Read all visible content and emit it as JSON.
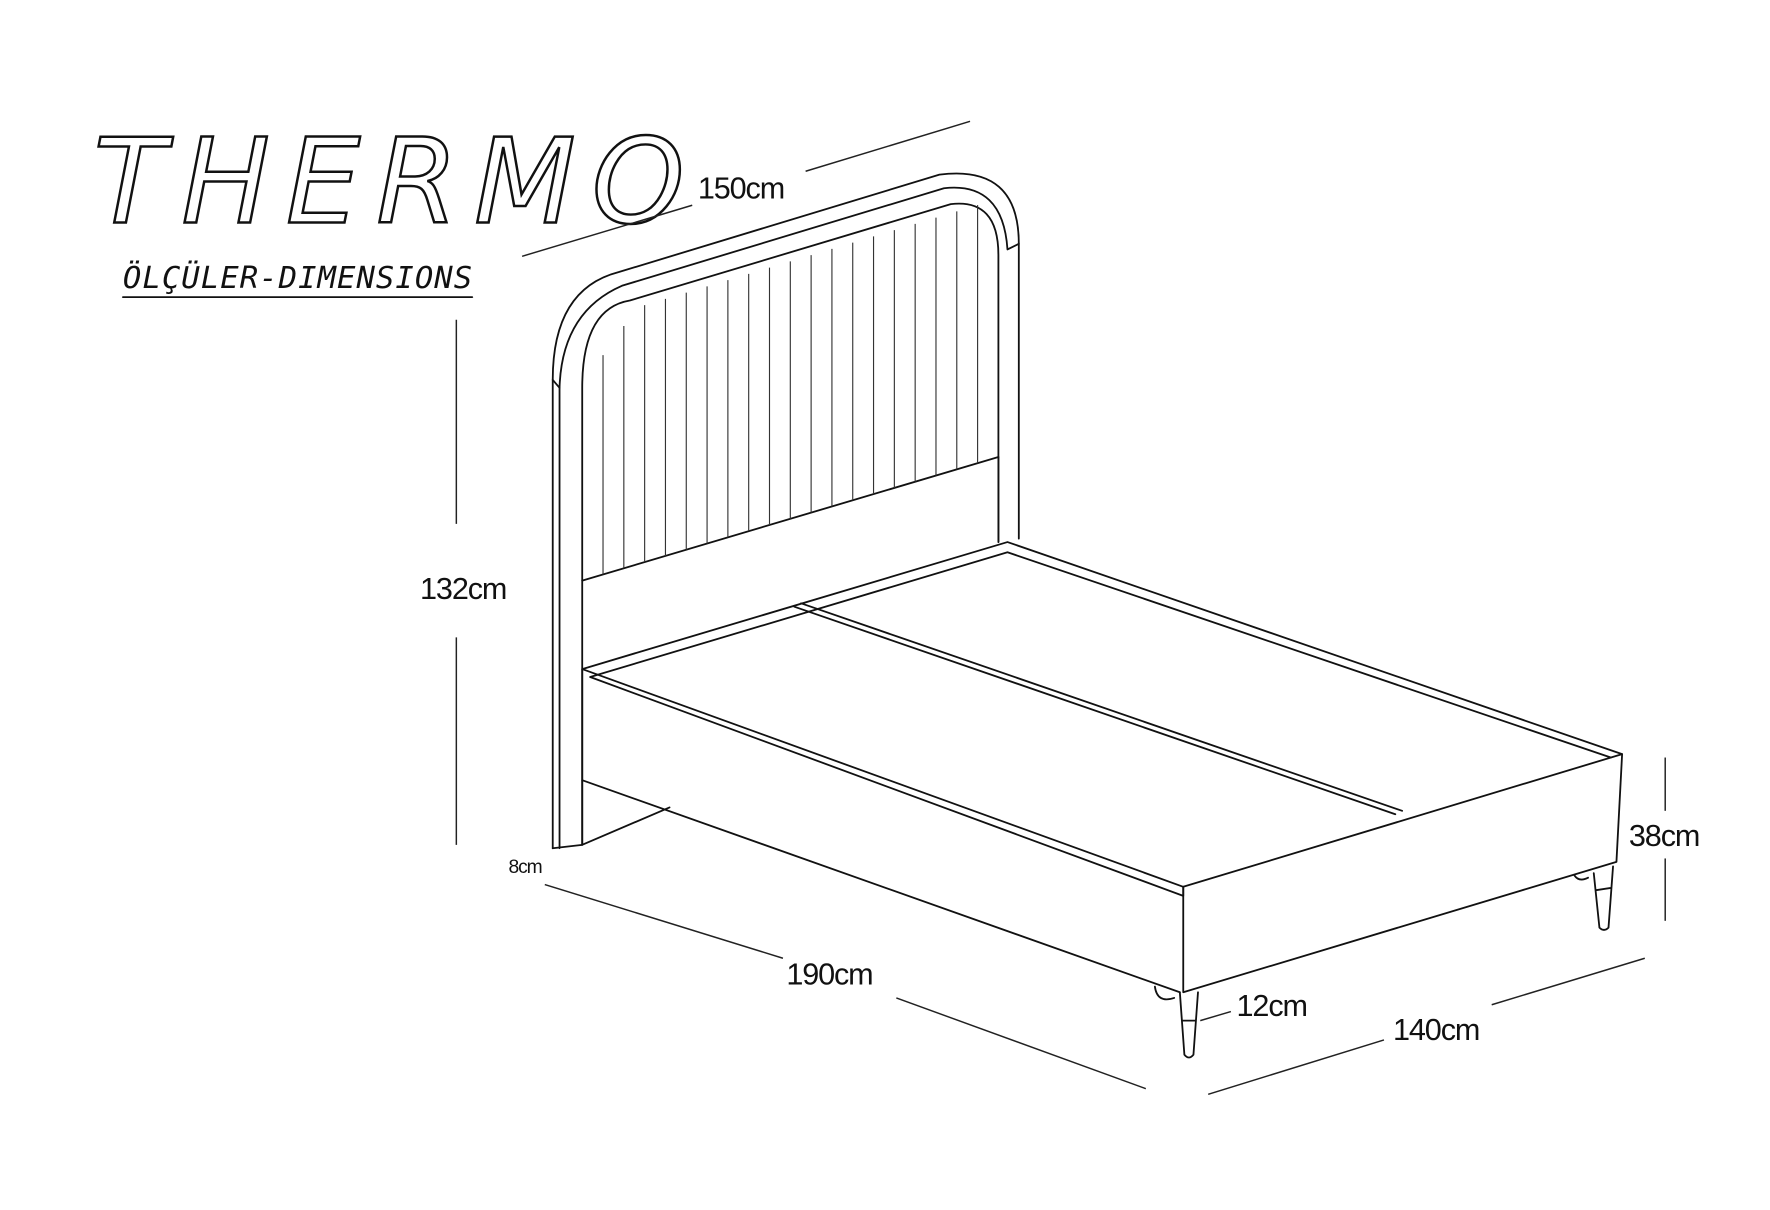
{
  "title": "THERMO",
  "subtitle": "ÖLÇÜLER-DIMENSIONS",
  "dimensions": {
    "headboard_width": "150cm",
    "total_height": "132cm",
    "headboard_thickness": "8cm",
    "length": "190cm",
    "width": "140cm",
    "leg_height": "12cm",
    "frame_height": "38cm"
  }
}
